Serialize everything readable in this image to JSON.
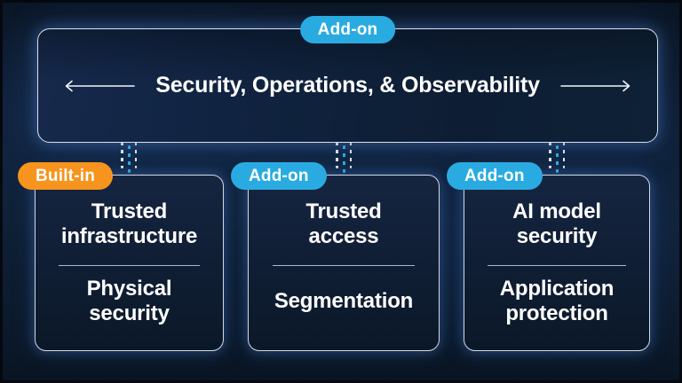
{
  "palette": {
    "background": "#0d1b2d",
    "badge_blue": "#29abe2",
    "badge_orange": "#f7941e",
    "card_border": "#cfdae4",
    "connector_cyan": "#2bb3e8",
    "connector_white": "#e9f1f8",
    "text": "#ffffff"
  },
  "top_box": {
    "badge": "Add-on",
    "title": "Security, Operations, & Observability",
    "left_arrow_icon": "left-arrow",
    "right_arrow_icon": "right-arrow"
  },
  "cards": [
    {
      "badge": "Built-in",
      "badge_color": "#f7941e",
      "top_text": "Trusted\ninfrastructure",
      "bottom_text": "Physical\nsecurity"
    },
    {
      "badge": "Add-on",
      "badge_color": "#29abe2",
      "top_text": "Trusted\naccess",
      "bottom_text": "Segmentation"
    },
    {
      "badge": "Add-on",
      "badge_color": "#29abe2",
      "top_text": "AI model\nsecurity",
      "bottom_text": "Application\nprotection"
    }
  ]
}
